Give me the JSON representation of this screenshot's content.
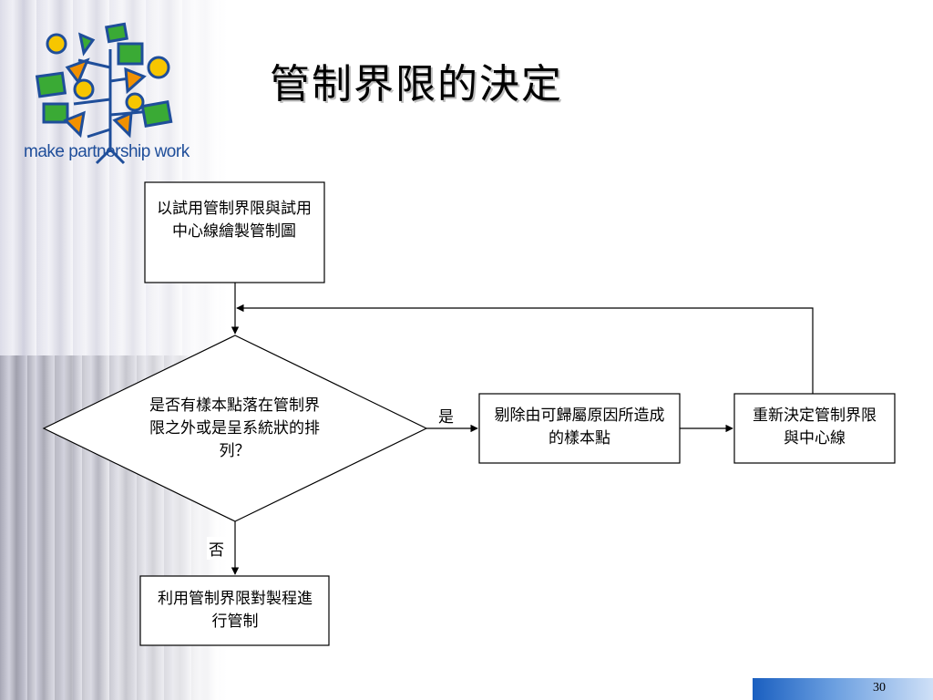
{
  "title": "管制界限的決定",
  "logo_text": "make partnership work",
  "nodes": {
    "start": "以試用管制界限與試用中心線繪製管制圖",
    "decision": "是否有樣本點落在管制界限之外或是呈系統狀的排列？",
    "remove": "剔除由可歸屬原因所造成的樣本點",
    "recompute": "重新決定管制界限與中心線",
    "control": "利用管制界限對製程進行管制"
  },
  "labels": {
    "yes": "是",
    "no": "否"
  },
  "page_number": "30",
  "colors": {
    "logo_blue": "#1f4e9a",
    "logo_green": "#3aaa35",
    "logo_orange": "#f29100",
    "logo_yellow": "#f7c600",
    "page_bar": "#1a5fc0"
  }
}
